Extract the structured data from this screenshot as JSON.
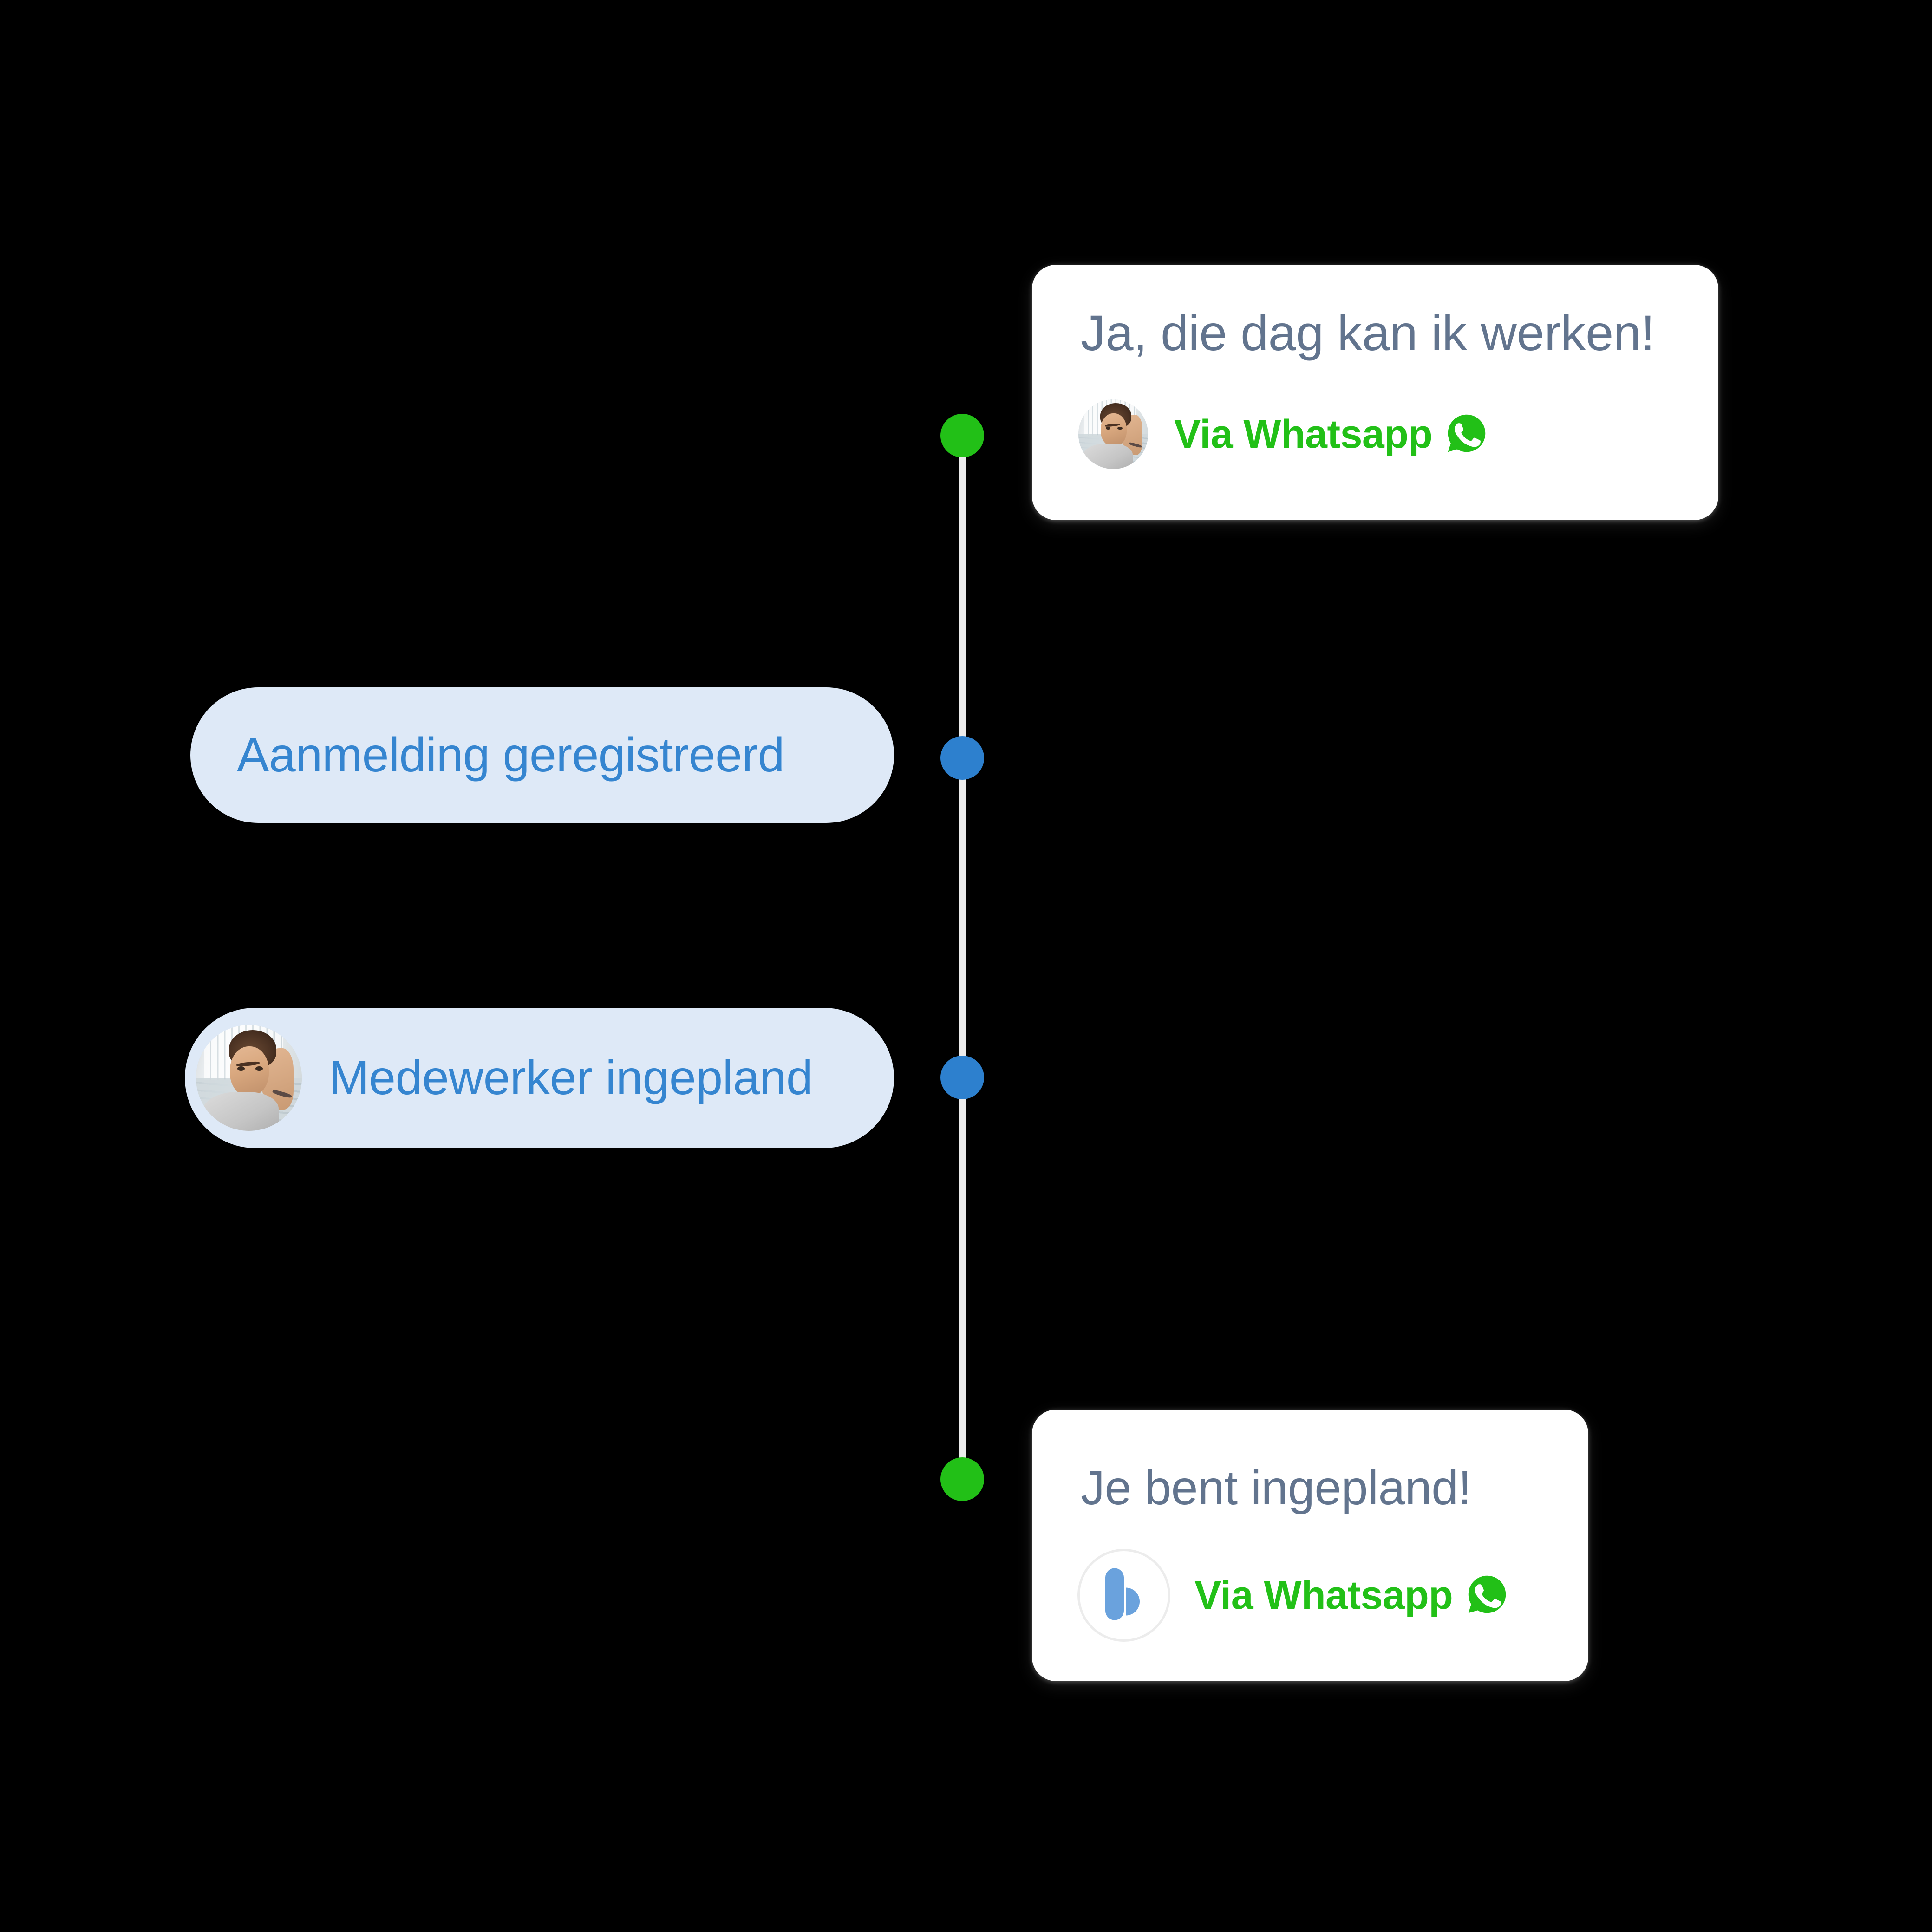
{
  "theme": {
    "background": "#000000",
    "card_bg": "#ffffff",
    "pill_bg": "#dee9f7",
    "pill_text": "#3585d0",
    "card_text": "#62748e",
    "accent_green": "#22c017",
    "accent_blue": "#2d80ce",
    "timeline_line": "#ececec",
    "brand_blue": "#6aa2dd"
  },
  "timeline": {
    "dots": [
      {
        "name": "reply-received",
        "color": "#22c017"
      },
      {
        "name": "signup-registered",
        "color": "#2d80ce"
      },
      {
        "name": "employee-scheduled",
        "color": "#2d80ce"
      },
      {
        "name": "confirmation-sent",
        "color": "#22c017"
      }
    ]
  },
  "cards": {
    "reply": {
      "title": "Ja, die dag kan ik werken!",
      "channel_label": "Via Whatsapp",
      "avatar_name": "employee-avatar",
      "channel_icon": "whatsapp-icon"
    },
    "confirm": {
      "title": "Je bent ingepland!",
      "channel_label": "Via Whatsapp",
      "logo_name": "brand-b-logo",
      "channel_icon": "whatsapp-icon"
    }
  },
  "pills": {
    "signup": {
      "label": "Aanmelding geregistreerd"
    },
    "scheduled": {
      "label": "Medewerker ingepland",
      "avatar_name": "employee-avatar"
    }
  }
}
